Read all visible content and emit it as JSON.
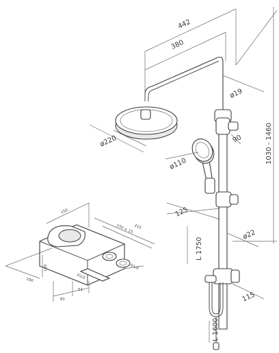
{
  "dimensions": {
    "width_total": "442",
    "arm_length": "380",
    "pipe_diameter": "ø19",
    "holder_offset": "90",
    "height_range": "1030 - 1460",
    "head_diameter": "ø220",
    "handshower_diameter": "ø110",
    "handshower_offset": "125",
    "bar_diameter": "ø22",
    "bar_length": "L 1750",
    "hose_length": "L 1600",
    "bottom_offset": "115",
    "mixer_depth": "150",
    "mixer_width": "215",
    "mixer_spacing": "150 ± 15",
    "mixer_height": "100",
    "mixer_side": "135",
    "mixer_base_a": "81",
    "mixer_base_b": "51",
    "mixer_outlet": "G1/2",
    "mixer_thread": "G1/2"
  }
}
